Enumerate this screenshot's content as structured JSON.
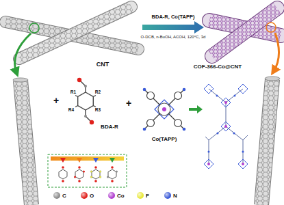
{
  "diagram": {
    "labels": [
      "BDA-R, Co(TAPP)",
      "O-DCB, n-BuOH, ACOH, 120°C, 3d",
      "CNT",
      "COF-366-Co@CNT",
      "+",
      "R1",
      "R2",
      "R3",
      "R4",
      "BDA-R",
      "+",
      "Co(TAPP)"
    ],
    "legend": [
      {
        "text": "C",
        "color": "#8c8c8c"
      },
      {
        "text": "O",
        "color": "#e0201b"
      },
      {
        "text": "Co",
        "color": "#b13fd0"
      },
      {
        "text": "F",
        "color": "#e8e83a"
      },
      {
        "text": "N",
        "color": "#3b5bd8"
      }
    ]
  }
}
